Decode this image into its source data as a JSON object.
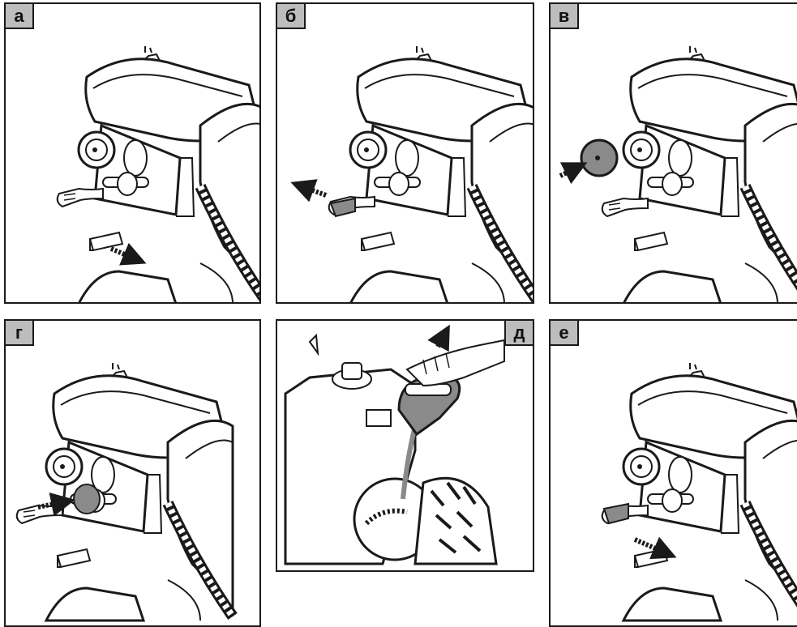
{
  "panels": [
    {
      "label": "а"
    },
    {
      "label": "б"
    },
    {
      "label": "в"
    },
    {
      "label": "г"
    },
    {
      "label": "д"
    },
    {
      "label": "е"
    }
  ],
  "colors": {
    "line": "#1a1a1a",
    "label_bg": "#bdbdbd",
    "highlight_part": "#8a8a8a"
  }
}
